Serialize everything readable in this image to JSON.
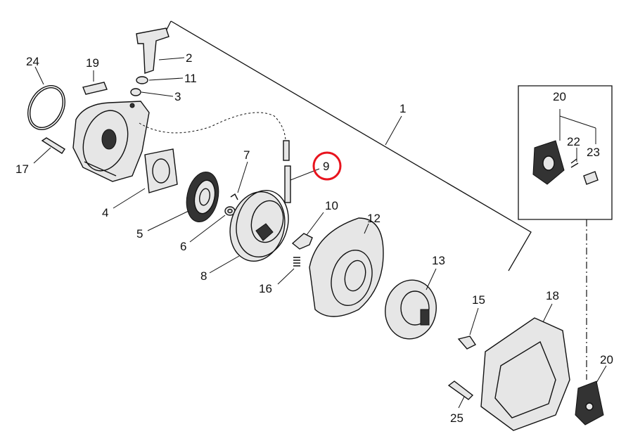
{
  "diagram": {
    "highlight_color": "#e8141e",
    "highlighted_part": "9",
    "callouts": {
      "c1": "1",
      "c2": "2",
      "c3": "3",
      "c4": "4",
      "c5": "5",
      "c6": "6",
      "c7": "7",
      "c8": "8",
      "c9": "9",
      "c10": "10",
      "c11": "11",
      "c12": "12",
      "c13": "13",
      "c15": "15",
      "c16": "16",
      "c17": "17",
      "c18": "18",
      "c19": "19",
      "c20": "20",
      "c20b": "20",
      "c22": "22",
      "c23": "23",
      "c24": "24",
      "c25": "25"
    }
  }
}
